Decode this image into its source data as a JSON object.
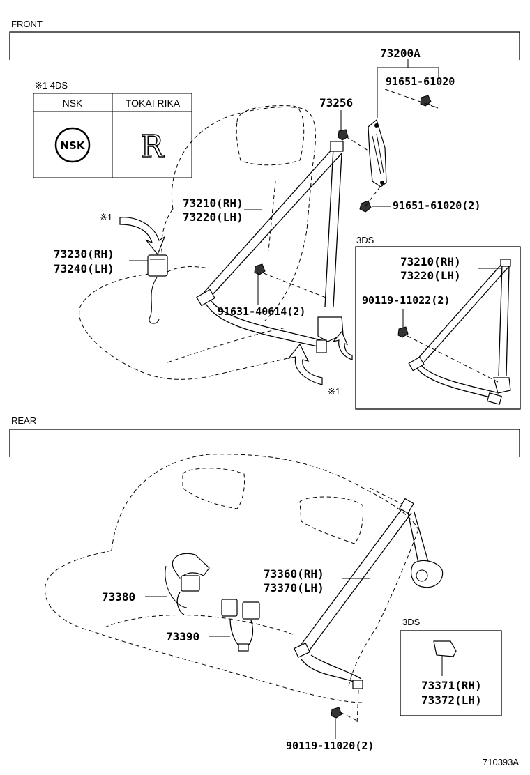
{
  "sections": {
    "front": "FRONT",
    "rear": "REAR"
  },
  "notes": {
    "spec_4ds": "※1 4DS",
    "ref1_a": "※1",
    "ref1_b": "※1",
    "inset_3ds_front": "3DS",
    "inset_3ds_rear": "3DS"
  },
  "table": {
    "headers": [
      "NSK",
      "TOKAI RIKA"
    ],
    "logos": [
      "NSK",
      "R"
    ]
  },
  "parts": {
    "p73200a": "73200A",
    "p91651_top": "91651-61020",
    "p73256": "73256",
    "p91651_bot": "91651-61020(2)",
    "p73210_rh": "73210(RH)",
    "p73220_lh": "73220(LH)",
    "p73230_rh": "73230(RH)",
    "p73240_lh": "73240(LH)",
    "p91631": "91631-40614(2)",
    "i73210_rh": "73210(RH)",
    "i73220_lh": "73220(LH)",
    "i90119": "90119-11022(2)",
    "p73360_rh": "73360(RH)",
    "p73370_lh": "73370(LH)",
    "p73380": "73380",
    "p73390": "73390",
    "p73371_rh": "73371(RH)",
    "p73372_lh": "73372(LH)",
    "p90119_rear": "90119-11020(2)"
  },
  "diagram_id": "710393A"
}
